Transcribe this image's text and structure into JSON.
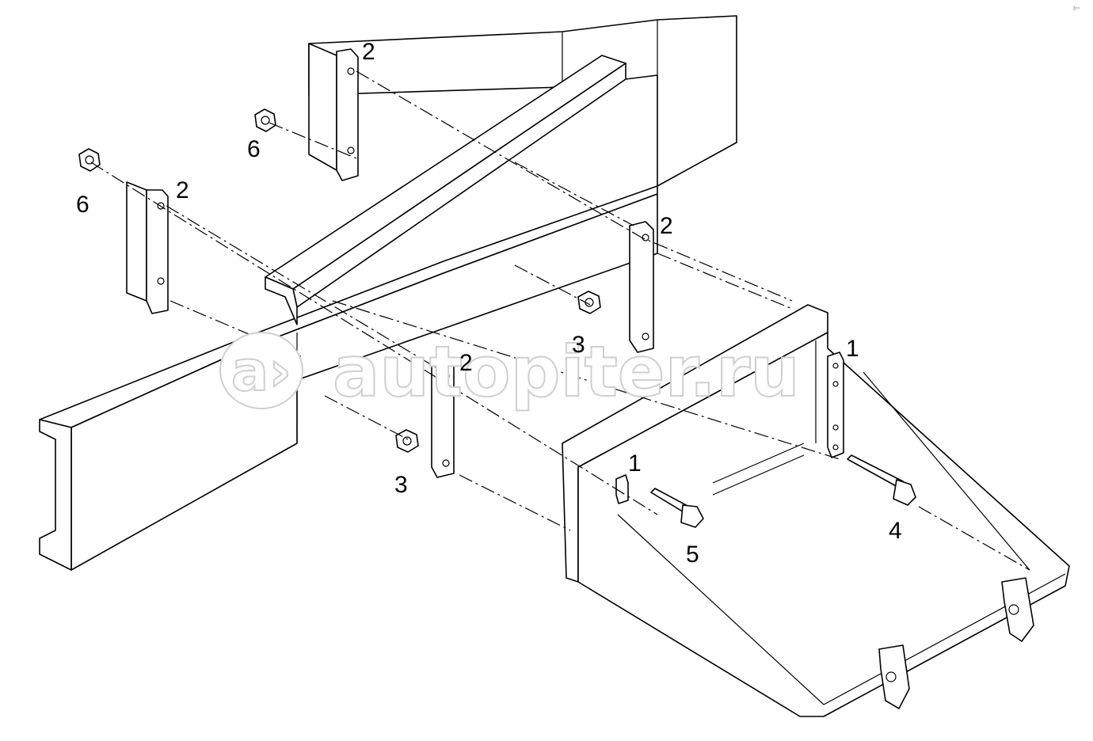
{
  "watermark": {
    "logo_text": "a›",
    "site_text": "autopiter.ru"
  },
  "corner_mark": "ª̀ᵐ",
  "callouts": {
    "bracket_top_left": "2",
    "bracket_top_center": "2",
    "bracket_right": "2",
    "bracket_center": "2",
    "plate_right": "1",
    "plate_left": "1",
    "nut_top_left": "6",
    "nut_top_center": "6",
    "nut_center": "3",
    "nut_lower": "3",
    "bolt_right": "4",
    "bolt_left": "5"
  },
  "colors": {
    "line": "#000000",
    "watermark": "#cfcfcf",
    "background": "#ffffff"
  }
}
